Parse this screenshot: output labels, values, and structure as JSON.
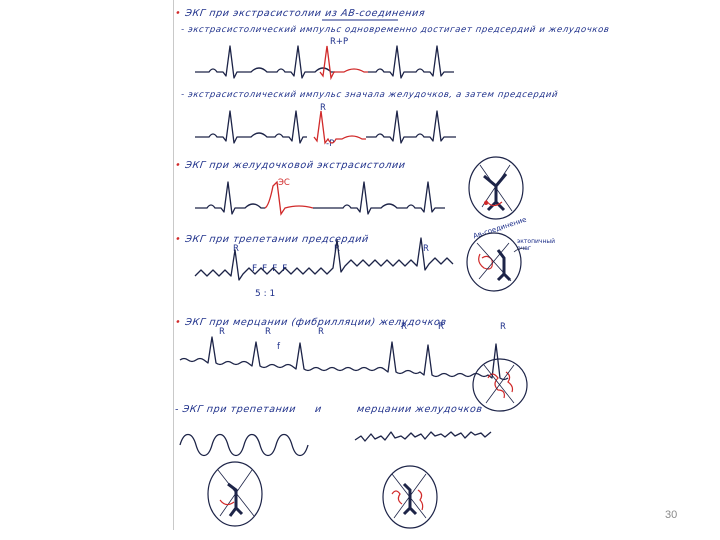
{
  "headings": {
    "h1": "ЭКГ  при  экстрасистолии  из  АВ-соединения",
    "h1_sub1": "- экстрасистолический  импульс  одновременно  достигает  предсердий  и  желудочков",
    "h1_sub2": "- экстрасистолический  импульс  значала  желудочков,  а  затем  предсердий",
    "h2": "ЭКГ  при  желудочковой  экстрасистолии",
    "h3": "ЭКГ  при  трепетании  предсердий",
    "h4": "ЭКГ  при  мерцании  (фибрилляции)  желудочков",
    "h5_left": "- ЭКГ  при  трепетании",
    "h5_and": "и",
    "h5_right": "мерцании  желудочков"
  },
  "labels": {
    "r_plus_p": "R+P",
    "r": "R",
    "minus_p": "-P",
    "ec": "ЭС",
    "f_waves": "F  F  F  F",
    "ratio": "5 : 1",
    "f_small": "f",
    "av_node": "Ав-соединение",
    "ectopic_focus": "эктопичный очаг"
  },
  "page_number": "30",
  "colors": {
    "ink": "#1d2f8a",
    "trace": "#1d2448",
    "accent": "#d12a2a"
  }
}
